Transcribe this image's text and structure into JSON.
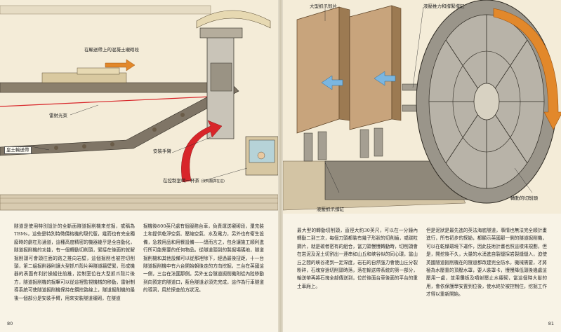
{
  "left_page": {
    "folio": "80",
    "labels": {
      "conveyor_top": "在輸送帶上的混凝土襯砌段",
      "laser": "雷射光束",
      "conveyor": "皇土輸送帶",
      "install_arm": "安裝手臂",
      "control_room": "在控制室喝一杯茶",
      "control_room_sub": "(沒有翻譯在這)"
    },
    "columns": [
      "隧道是使用特別設計的全斷面隧道掘削機來挖掘，或稱為TBMs，這些是特別特徵價格機的現代版，幾而也有完全獨廢時的劇杠形通道，這種高度精密的機器幾乎是全自動化，隧道掘削機的功能，有一個轉動切削頭，緊接在後面的就解掘削頭可會頭往面的路之推向岩壁，這個掘削也被控切削頭，第二組掘削器則讓大型抓爪殼片與隧道牆壁緊，形成機器的表面有利於操縱往前推，控制室位在大型抓爪殼片後方，隧道掘削機的掘擊可以從這裡監視機械的移動，雷射制導系統可使隧道掘削機保持在鑽挖路線上，隧道掘削機的最後一個部分是安裝手臂，用來安裝隧道襯砌，在隧道",
      "掘機後800英尺處有個服務台車，負責運送襯砌段，還充裝土和提供乾淨空氣、壓縮空氣、水及電力，另外也有衛生設備，急救用品和用餐設備——總而言之，包含讓施工順利進行所可能需要的任何物品。從隧道頭到的製掘場碼地，隧道掘削機和其他設備可以從那裡除下，經過最後扭距，十一台隧道掘削機中有六台開始朝後走的方向挖掘，三台在英國這一側，三台在法國那側。另外五台隧道掘削機則從內陸移動到向預定的隧道口，藍色隧道必須先完成，這作為行車隧道的導洞，用於探查前方狀況。"
    ]
  },
  "right_page": {
    "folio": "81",
    "labels": {
      "grippers": "大型抓爪殼片",
      "thrust_rams": "液壓推力和撐緊撐缸",
      "gripper_rams": "液壓抓爪撐缸",
      "cutting_head": "轉動的切削頭"
    },
    "columns": [
      "最大型的轉動切削頭，直徑大約30英尺，可以在一分鐘內轉動二到三次，每個刀頭都裝有幾子形狀的切削齒，或碳粒鋼片，就是碳者密有的組合，當刀頭慢慢轉動時，切削頭會在岩泥及泥土切割出一連串如山丘和峽谷似的同心環，當山丘之間的峽谷達到一定深度，岩石的自然強力會使山丘分裂粉碎，石塊穿過切削頭時落，落在輸送帶系統的第一部分，輸送帶再將石塊全部傳送到，位於後面台車後面的平台的重土車廂上。",
      "但是泥狀是最先進的英法海底隧道，事情也無法完全順計畫進行，所有初步的探勘，都顯示英國那一側的隧道掘削機，可以在乾燥環境下運作，因此技術計畫也照這樣來規劃，但是，開挖後不久，大量的水湧進自裂縫採岩裂縫縫入，迫使英國隧道掘削機在的隧道都改建完全防水，機械需要，才將極為水壓重的頂壓水罩，要人裝罩卡，慢慢降低頭後幾處這壓用一處，並用攤板及噴射壓止水襯砌，當這個時大髮的用，會依保護學安置到位後，使水終於被控制住，挖掘工作才得以重新開始。"
    ]
  }
}
